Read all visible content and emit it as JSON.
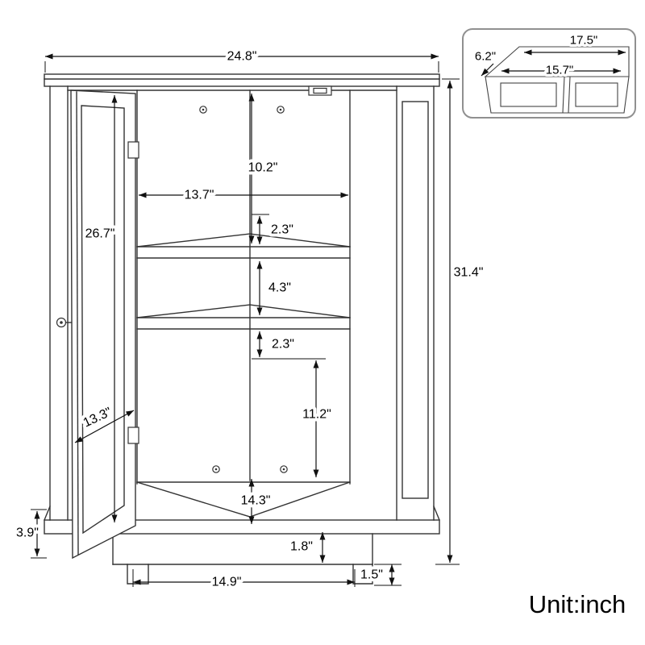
{
  "unit_label": "Unit:inch",
  "front_view": {
    "overall_width": "24.8\"",
    "overall_height": "31.4\"",
    "upper_section_height": "10.2\"",
    "inner_width": "13.7\"",
    "shelf_gap_top": "2.3\"",
    "door_height": "26.7\"",
    "middle_section_height": "4.3\"",
    "shelf_gap_bottom": "2.3\"",
    "lower_section_height": "11.2\"",
    "door_width": "13.3\"",
    "bottom_section_height": "14.3\"",
    "plinth_height": "1.8\"",
    "base_width": "14.9\"",
    "foot_height": "1.5\"",
    "side_bottom_height": "3.9\""
  },
  "top_view": {
    "back_edge_width": "17.5\"",
    "side_edge_depth": "6.2\"",
    "front_edge_width": "15.7\""
  }
}
